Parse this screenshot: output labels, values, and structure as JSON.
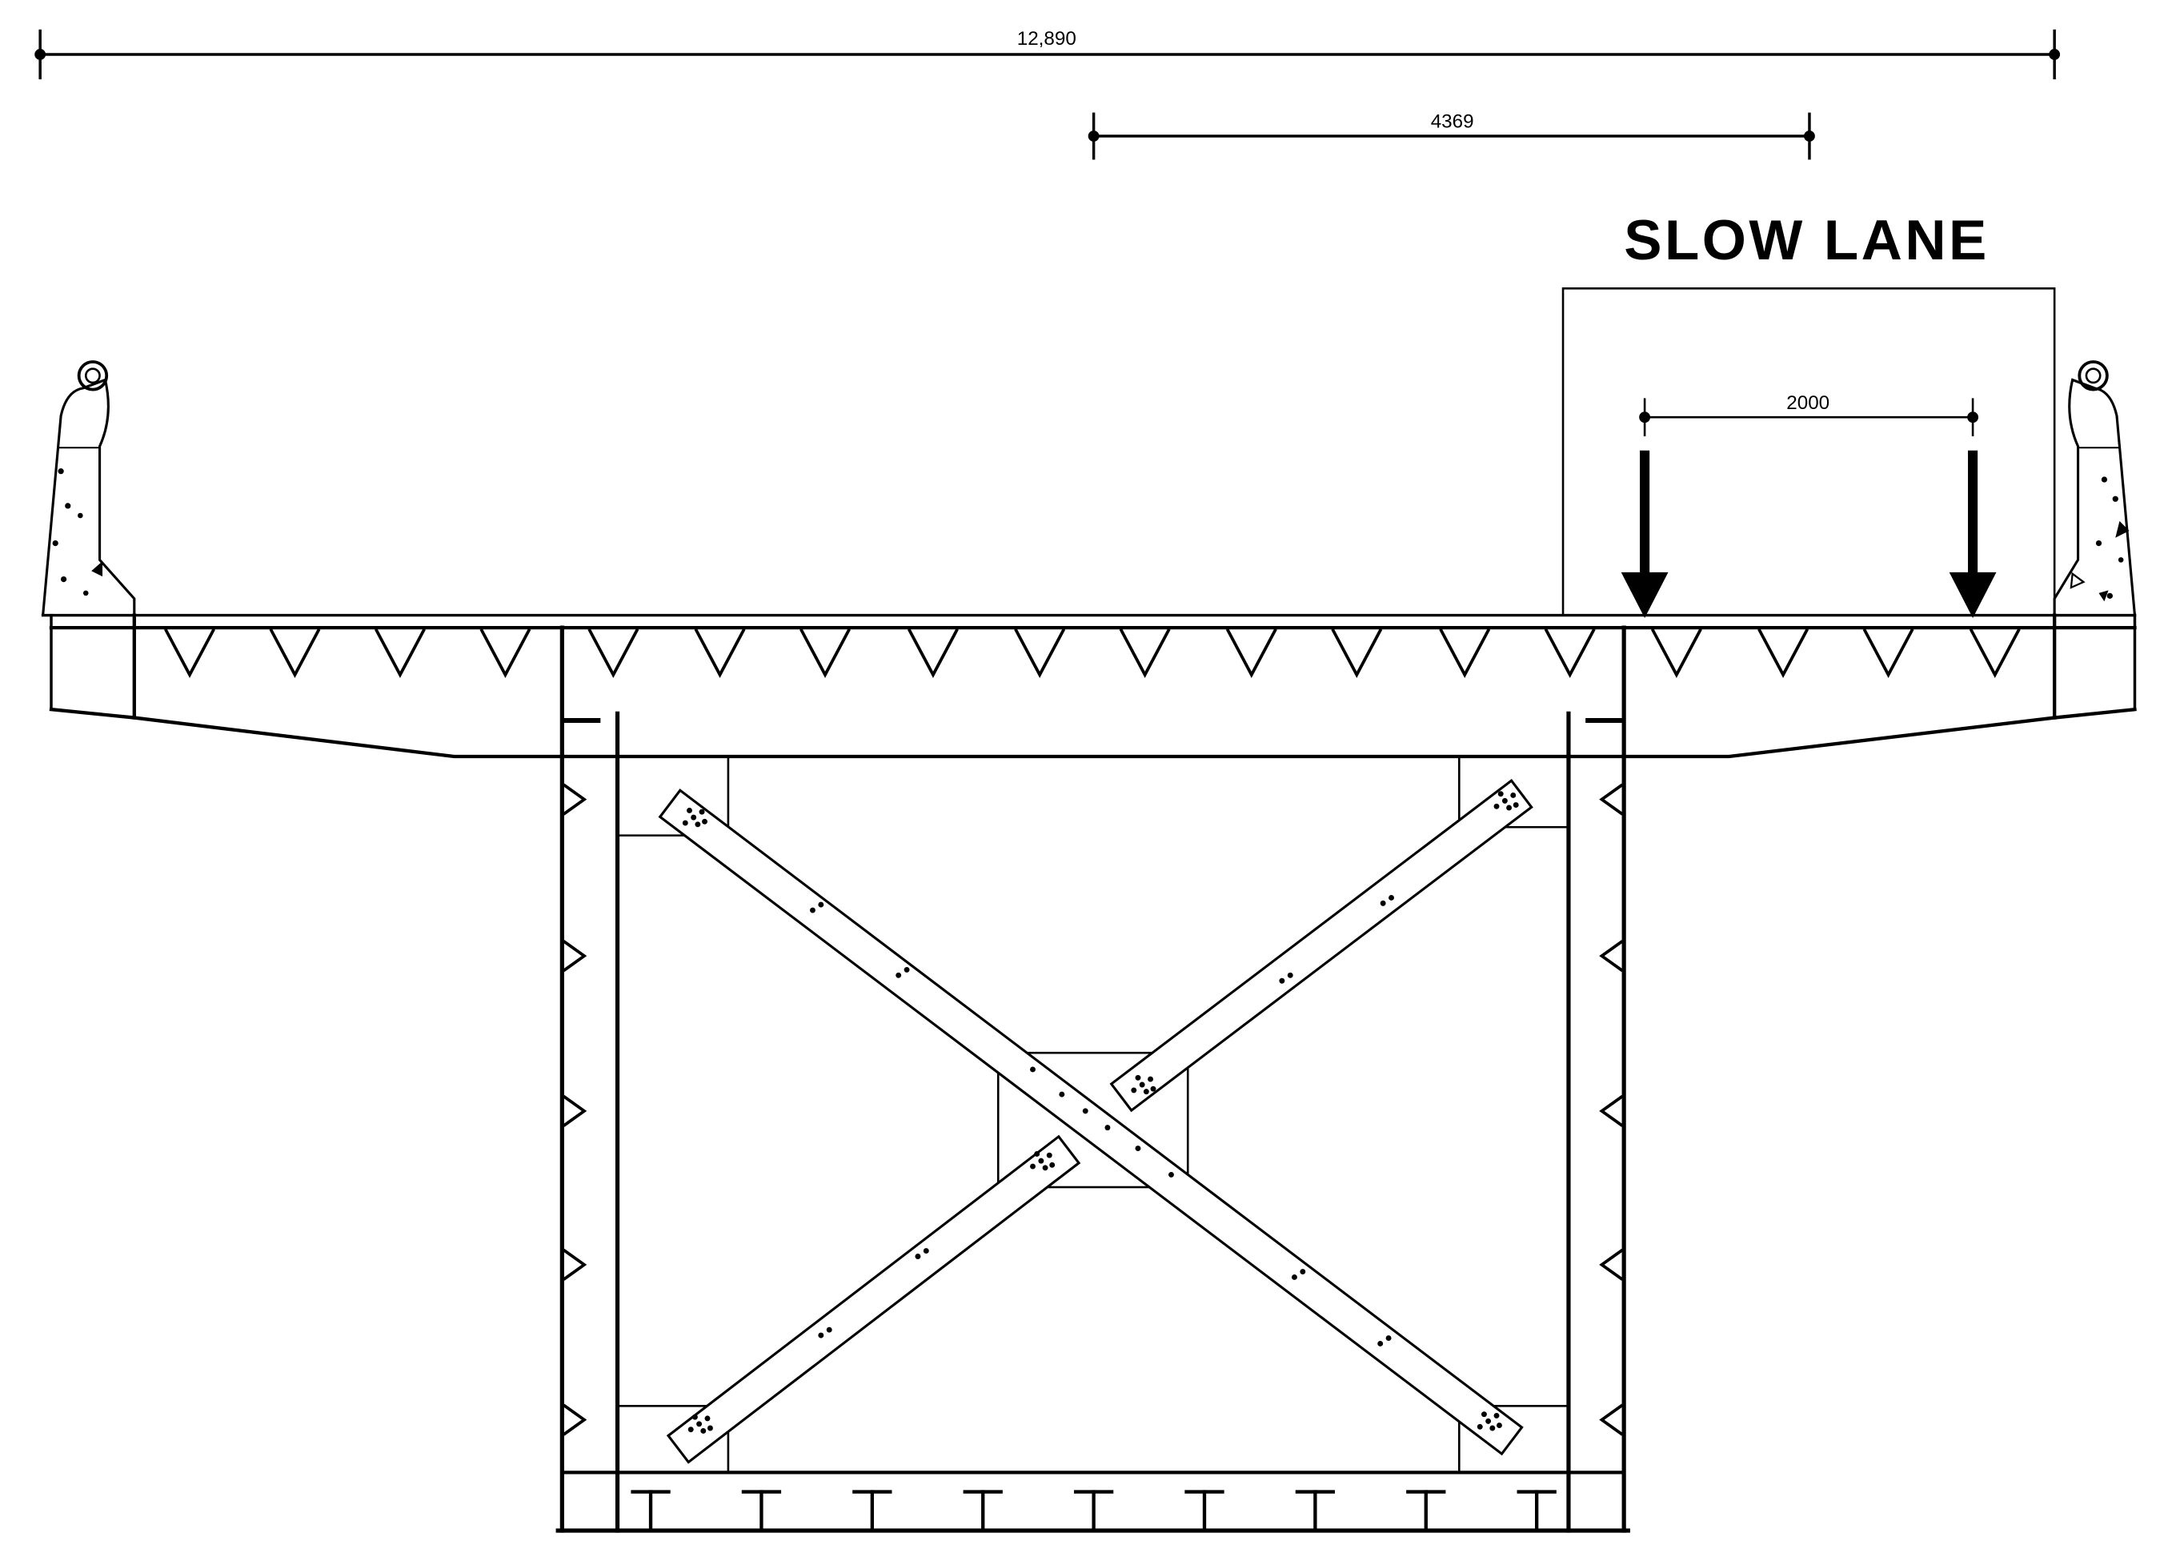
{
  "dimensions": {
    "overall_width": "12,890",
    "center_offset": "4369",
    "axle_spacing": "2000"
  },
  "lane": {
    "title": "SLOW LANE"
  },
  "colors": {
    "line": "#000000",
    "background": "#ffffff"
  },
  "icons": {
    "load_arrow": "down-arrow-icon",
    "parapet": "concrete-parapet-icon"
  }
}
